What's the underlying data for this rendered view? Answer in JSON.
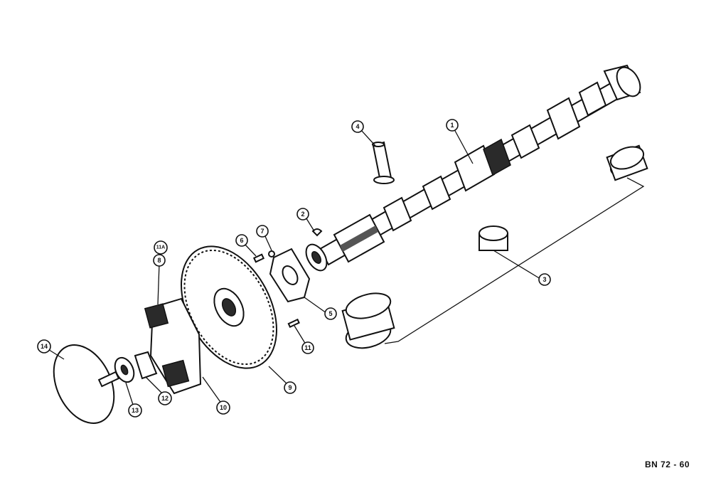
{
  "figure_code": "BN 72 - 60",
  "callouts": {
    "c1": "1",
    "c2": "2",
    "c3": "3",
    "c4": "4",
    "c5": "5",
    "c6": "6",
    "c7": "7",
    "c8": "8",
    "c9": "9",
    "c10": "10",
    "c11": "11",
    "c11a": "11A",
    "c12": "12",
    "c13": "13",
    "c14": "14"
  }
}
